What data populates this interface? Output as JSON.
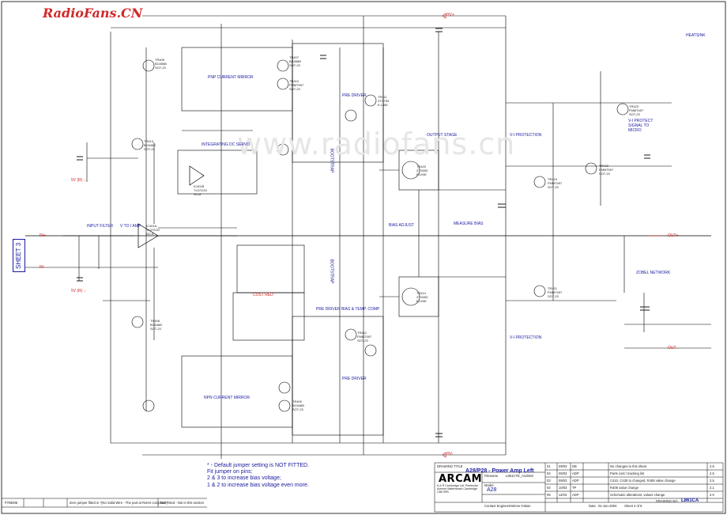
{
  "watermark": "RadioFans.CN",
  "watermark_center": "www.radiofans.cn",
  "sheet_label": "SHEET 3",
  "section_labels": {
    "pnp_current_mirror": "PNP CURRENT MIRROR",
    "npn_current_mirror": "NPN CURRENT MIRROR",
    "pre_driver_top": "PRE DRIVER",
    "pre_driver_bottom": "PRE DRIVER",
    "integrating_dc_servo": "INTEGRATING DC SERVO",
    "input_filter": "INPUT FILTER",
    "v_to_i_amp": "V TO I AMP",
    "output_stage": "OUTPUT STAGE",
    "vi_protection_top": "V-I PROTECTION",
    "vi_protection_bottom": "V-I PROTECTION",
    "measure_bias": "MEASURE BIAS",
    "bias_adjust": "BIAS ADJUST",
    "pre_driver_bias": "PRE DRIVER BIAS & TEMP. COMP",
    "bootstrap_top": "BOOTSTRAP",
    "bootstrap_bottom": "BOOTSTRAP",
    "zobel_network": "ZOBEL NETWORK",
    "vi_protect_micro": "V-I PROTECT SIGNAL TO MICRO",
    "heatsink": "HEATSINK",
    "cost_red": "COST RED"
  },
  "rail_labels": {
    "plus_hv": "HV+",
    "minus_hv": "HV-",
    "out_plus": "OUT+",
    "out_minus": "OUT-",
    "in_plus": "IN+",
    "in_minus": "IN-",
    "v5": "5V (R) ↓",
    "vn": "5V (R) ↓"
  },
  "note": {
    "line1": "* - Default jumper setting is NOT FITTED.",
    "line2": "Fit jumper on pins:",
    "line3": "2 & 3 to increase bias voltage;",
    "line4": "1 & 2 to increase bias voltage even more."
  },
  "title_block": {
    "drawing_title_label": "DRAWING TITLE",
    "drawing_title": "A28/P28 - Power Amp Left",
    "company": "ARCAM",
    "company_address": "A & R Cambridge Ltd. Pembroke Avenue Waterbeach Cambridge CB5 9PB",
    "filename_label": "Filename",
    "filename": "L861CTE_A1GEM",
    "model_label": "Model",
    "model": "A28",
    "contact_label": "Contact Engineer",
    "contact": "Helene Oskan",
    "date_label": "Date",
    "date": "01-Jan-2004",
    "sheet_label": "Sheet",
    "sheet_value": "4 of 8",
    "drawing_no_label": "DRAWING NO.",
    "drawing_no": "L861CA",
    "revisions": [
      {
        "rev": "01",
        "date": "09/03",
        "by": "DB",
        "desc": "No changes to this sheet",
        "ecn": "2.5"
      },
      {
        "rev": "02",
        "date": "09/03",
        "by": "ADP",
        "desc": "Parts cost / tracking list",
        "ecn": "2.5"
      },
      {
        "rev": "03",
        "date": "09/03",
        "by": "ADP",
        "desc": "C410, C430 to changed, R408 value change",
        "ecn": "2.5"
      },
      {
        "rev": "04",
        "date": "10/03",
        "by": "TP",
        "desc": "R406 value change",
        "ecn": "2.1"
      },
      {
        "rev": "05",
        "date": "11/03",
        "by": "ADP",
        "desc": "Schematic alterations, values change",
        "ecn": "2.0"
      }
    ],
    "footer_left": "P78EM6",
    "footer_note": "Zero jumper fitted in *(No Solid Wire - The part at RoHS compliant)",
    "footer_note2": "Not Fitted - Not in this section"
  },
  "components": {
    "tr_top": [
      "TR406\nBC856B\nSOT-23",
      "TR407\nBC856B\nSOT-23",
      "TR410\nFMMT597\nSOT-23",
      "TR411\nZTX753\nE-LINE",
      "TR413\nBC846B\nSOT-23",
      "TR419\nFMMT497\nSOT-23",
      "TR420\nZTX653\nE-LINE",
      "TR422\nFMMT597\nSOT-23"
    ],
    "tr_bottom": [
      "TR408\nBC846B\nSOT-23",
      "TR409\nBC846B\nSOT-23",
      "TR412\nFMMT497\nSOT-23",
      "TR414\nZTX653\nE-LINE",
      "TR421\nFMMT497\nSOT-23",
      "TR423\nFMMT497\nSOT-23"
    ],
    "ic": [
      "IC401A\nTL072CD\nSO-8",
      "IC401B\nTL072CD\nSO-8"
    ]
  }
}
